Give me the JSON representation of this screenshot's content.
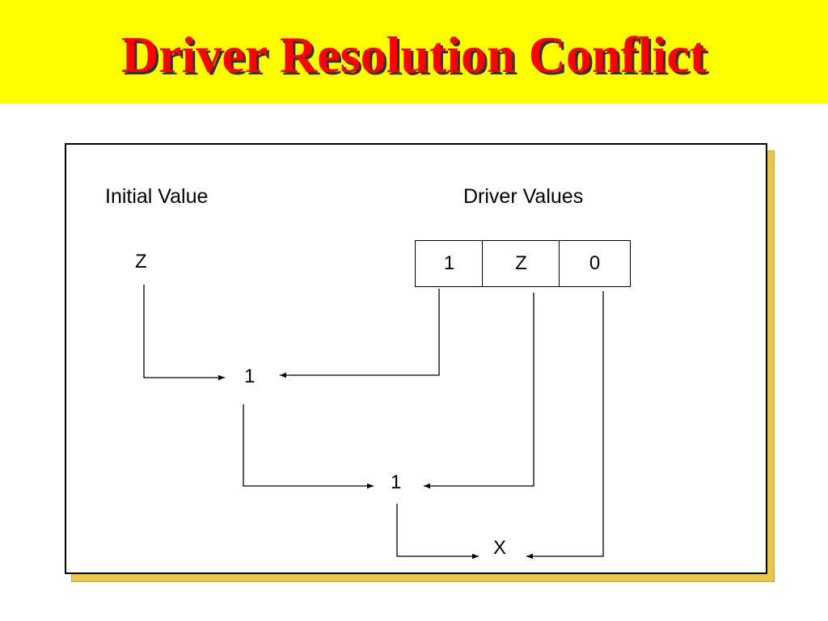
{
  "title": "Driver Resolution Conflict",
  "colors": {
    "title_bar": "#ffff00",
    "title_text": "#ff0000",
    "box_shadow": "#e8c84a"
  },
  "diagram": {
    "initial_label": "Initial Value",
    "drivers_label": "Driver Values",
    "initial_value": "Z",
    "driver_values": [
      "1",
      "Z",
      "0"
    ],
    "intermediate_1": "1",
    "intermediate_2": "1",
    "result": "X"
  }
}
